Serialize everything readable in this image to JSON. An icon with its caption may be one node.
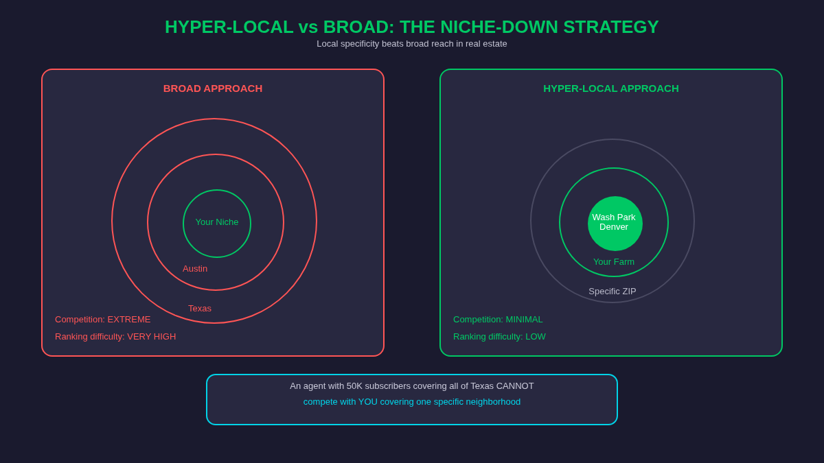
{
  "diagram": {
    "title": "HYPER-LOCAL vs BROAD: THE NICHE-DOWN STRATEGY",
    "caption": "Local specificity beats broad reach in real estate",
    "nodes": [
      {
        "text": [
          "BROAD APPROACH",
          "Competition: EXTREME",
          "Ranking difficulty: VERY HIGH"
        ]
      },
      {
        "text": [
          "Texas"
        ],
        "in": 0
      },
      {
        "text": [
          "Austin"
        ],
        "in": 1
      },
      {
        "text": [
          "Your Niche"
        ],
        "in": 2
      },
      {
        "text": [
          "HYPER-LOCAL APPROACH",
          "Competition: MINIMAL",
          "Ranking difficulty: LOW"
        ]
      },
      {
        "text": [
          "Specific ZIP"
        ],
        "in": 4
      },
      {
        "text": [
          "Your Farm"
        ],
        "in": 5
      },
      {
        "text": [
          "Wash Park Denver"
        ],
        "in": 6
      },
      {
        "text": [
          "An agent with 50K subscribers covering all of Texas CANNOT",
          "compete with YOU covering one specific neighborhood"
        ]
      }
    ],
    "edges": []
  }
}
